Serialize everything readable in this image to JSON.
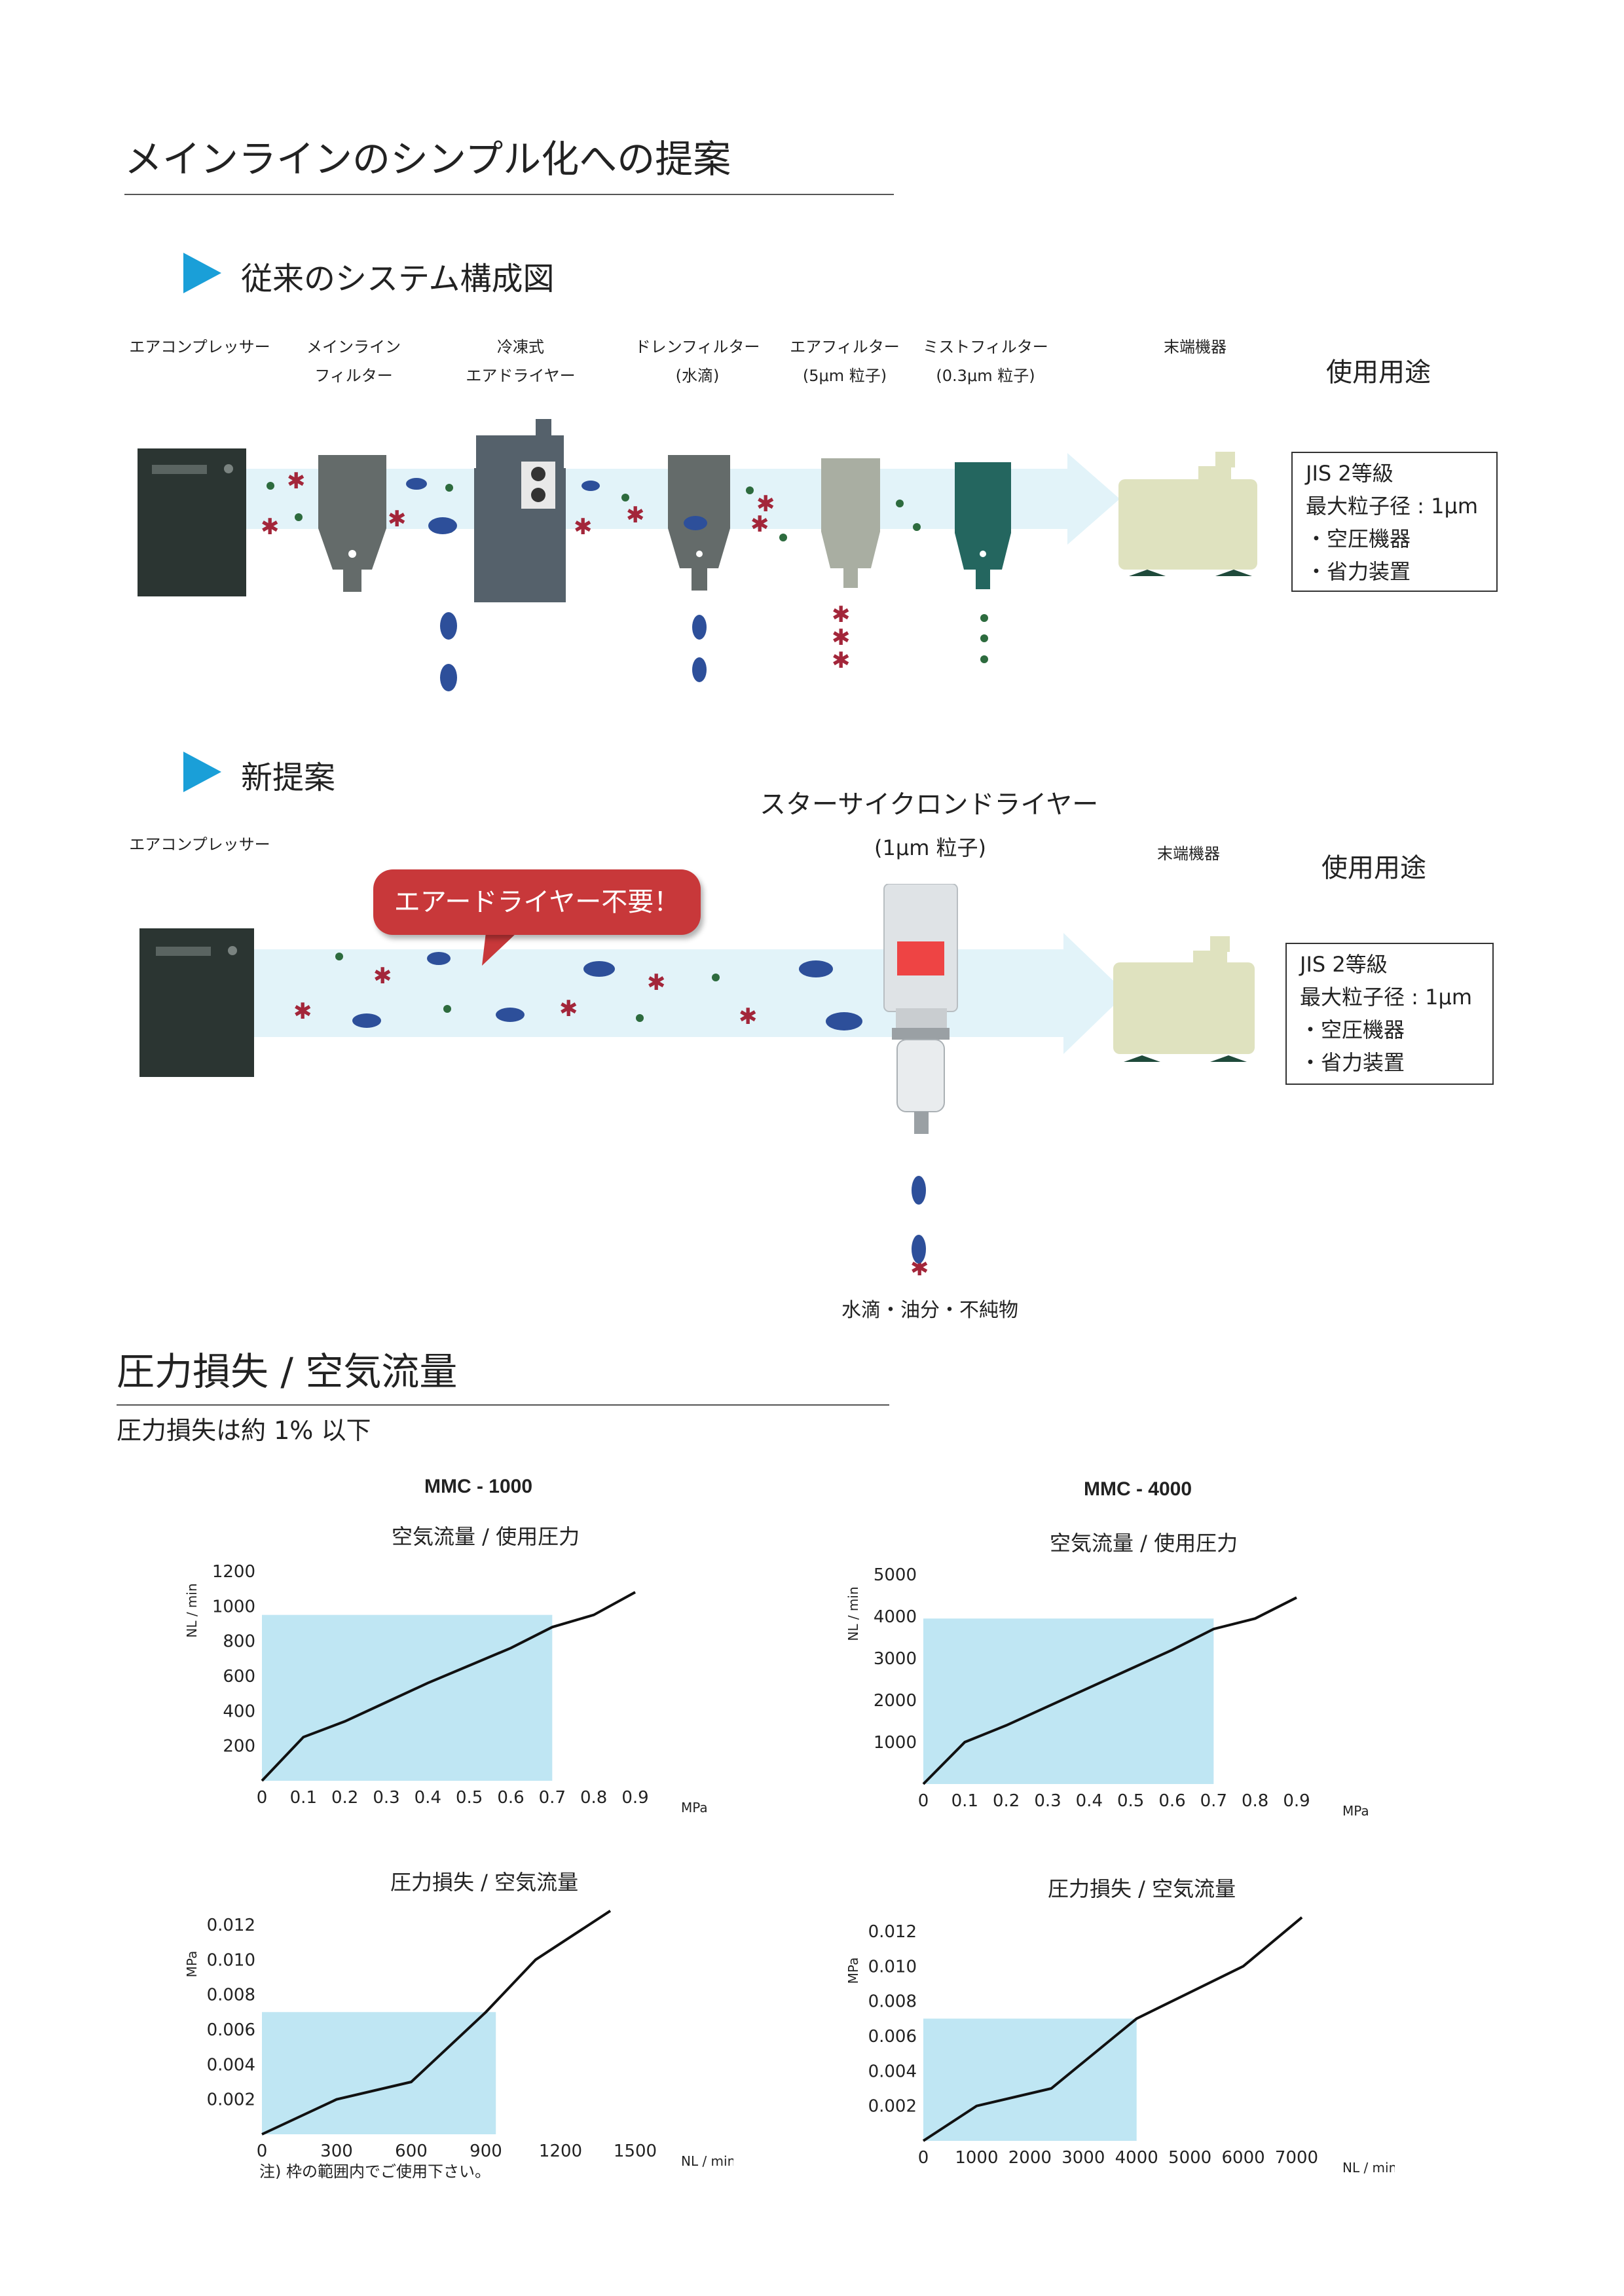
{
  "page_title": "メインラインのシンプル化への提案",
  "conventional": {
    "heading": "従来のシステム構成図",
    "components": [
      {
        "line1": "エアコンプレッサー",
        "line2": ""
      },
      {
        "line1": "メインライン",
        "line2": "フィルター"
      },
      {
        "line1": "冷凍式",
        "line2": "エアドライヤー"
      },
      {
        "line1": "ドレンフィルター",
        "line2": "(水滴)"
      },
      {
        "line1": "エアフィルター",
        "line2": "(5μm 粒子)"
      },
      {
        "line1": "ミストフィルター",
        "line2": "(0.3μm 粒子)"
      },
      {
        "line1": "末端機器",
        "line2": ""
      }
    ],
    "usage_title": "使用用途",
    "usage_box": [
      "JIS 2等級",
      "最大粒子径 : 1μm",
      "・空圧機器",
      "・省力装置"
    ]
  },
  "proposal": {
    "heading": "新提案",
    "compressor_label": "エアコンプレッサー",
    "product_name": "スターサイクロンドライヤー",
    "product_sub": "(1μm 粒子)",
    "bubble_text": "エアードライヤー不要！",
    "end_device_label": "末端機器",
    "usage_title": "使用用途",
    "usage_box": [
      "JIS 2等級",
      "最大粒子径 : 1μm",
      "・空圧機器",
      "・省力装置"
    ],
    "drain_label": "水滴・油分・不純物"
  },
  "pressure_section": {
    "heading": "圧力損失 / 空気流量",
    "subheading": "圧力損失は約 1% 以下",
    "footnote": "注) 枠の範囲内でご使用下さい。"
  },
  "colors": {
    "flow_band": "#e2f3f9",
    "chart_fill": "#bfe6f3",
    "arrow_blue": "#1a9fd8",
    "bubble_red": "#c8383a",
    "droplet_blue": "#2d4f9a"
  },
  "chart_data": [
    {
      "type": "line",
      "model": "MMC - 1000",
      "title": "空気流量 / 使用圧力",
      "xlabel": "MPa",
      "ylabel": "NL / min",
      "xlim": [
        0,
        0.9
      ],
      "ylim": [
        0,
        1200
      ],
      "xticks": [
        "0",
        "0.1",
        "0.2",
        "0.3",
        "0.4",
        "0.5",
        "0.6",
        "0.7",
        "0.8",
        "0.9"
      ],
      "yticks": [
        "200",
        "400",
        "600",
        "800",
        "1000",
        "1200"
      ],
      "x": [
        0,
        0.1,
        0.2,
        0.3,
        0.4,
        0.5,
        0.6,
        0.7,
        0.8,
        0.9
      ],
      "y": [
        0,
        250,
        340,
        450,
        560,
        660,
        760,
        880,
        950,
        1080
      ],
      "range_box": {
        "x_max": 0.7,
        "y_max": 950
      }
    },
    {
      "type": "line",
      "model": "MMC - 4000",
      "title": "空気流量 / 使用圧力",
      "xlabel": "MPa",
      "ylabel": "NL / min",
      "xlim": [
        0,
        0.9
      ],
      "ylim": [
        0,
        5000
      ],
      "xticks": [
        "0",
        "0.1",
        "0.2",
        "0.3",
        "0.4",
        "0.5",
        "0.6",
        "0.7",
        "0.8",
        "0.9"
      ],
      "yticks": [
        "1000",
        "2000",
        "3000",
        "4000",
        "5000"
      ],
      "x": [
        0,
        0.1,
        0.2,
        0.3,
        0.4,
        0.5,
        0.6,
        0.7,
        0.8,
        0.9
      ],
      "y": [
        0,
        1000,
        1400,
        1850,
        2300,
        2750,
        3200,
        3700,
        3950,
        4450
      ],
      "range_box": {
        "x_max": 0.7,
        "y_max": 3950
      }
    },
    {
      "type": "line",
      "title": "圧力損失 / 空気流量",
      "xlabel": "NL / min",
      "ylabel": "MPa",
      "xlim": [
        0,
        1500
      ],
      "ylim": [
        0,
        0.012
      ],
      "xticks": [
        "0",
        "300",
        "600",
        "900",
        "1200",
        "1500"
      ],
      "yticks": [
        "0.002",
        "0.004",
        "0.006",
        "0.008",
        "0.010",
        "0.012"
      ],
      "x": [
        0,
        300,
        600,
        900,
        1100,
        1400
      ],
      "y": [
        0,
        0.002,
        0.003,
        0.007,
        0.01,
        0.0128
      ],
      "range_box": {
        "x_max": 940,
        "y_max": 0.007
      }
    },
    {
      "type": "line",
      "title": "圧力損失 / 空気流量",
      "xlabel": "NL / min",
      "ylabel": "MPa",
      "xlim": [
        0,
        7000
      ],
      "ylim": [
        0,
        0.012
      ],
      "xticks": [
        "0",
        "1000",
        "2000",
        "3000",
        "4000",
        "5000",
        "6000",
        "7000"
      ],
      "yticks": [
        "0.002",
        "0.004",
        "0.006",
        "0.008",
        "0.010",
        "0.012"
      ],
      "x": [
        0,
        1000,
        2400,
        3600,
        4000,
        6000,
        7100
      ],
      "y": [
        0,
        0.002,
        0.003,
        0.006,
        0.007,
        0.01,
        0.0128
      ],
      "range_box": {
        "x_max": 4000,
        "y_max": 0.007
      }
    }
  ]
}
